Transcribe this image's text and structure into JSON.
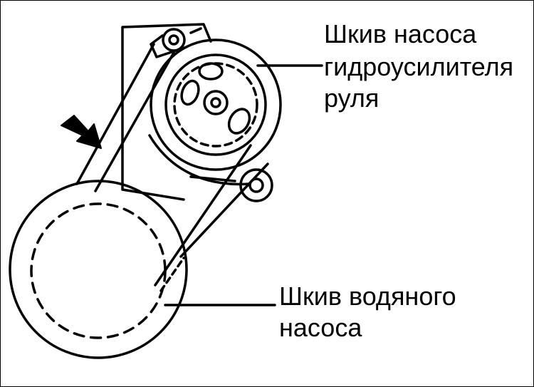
{
  "labels": {
    "power_steering_pump_pulley": [
      "Шкив насоса",
      "гидроусилителя",
      "руля"
    ],
    "water_pump_pulley": [
      "Шкив водяного",
      "насоса"
    ]
  },
  "colors": {
    "ink": "#000000",
    "background": "#ffffff"
  }
}
